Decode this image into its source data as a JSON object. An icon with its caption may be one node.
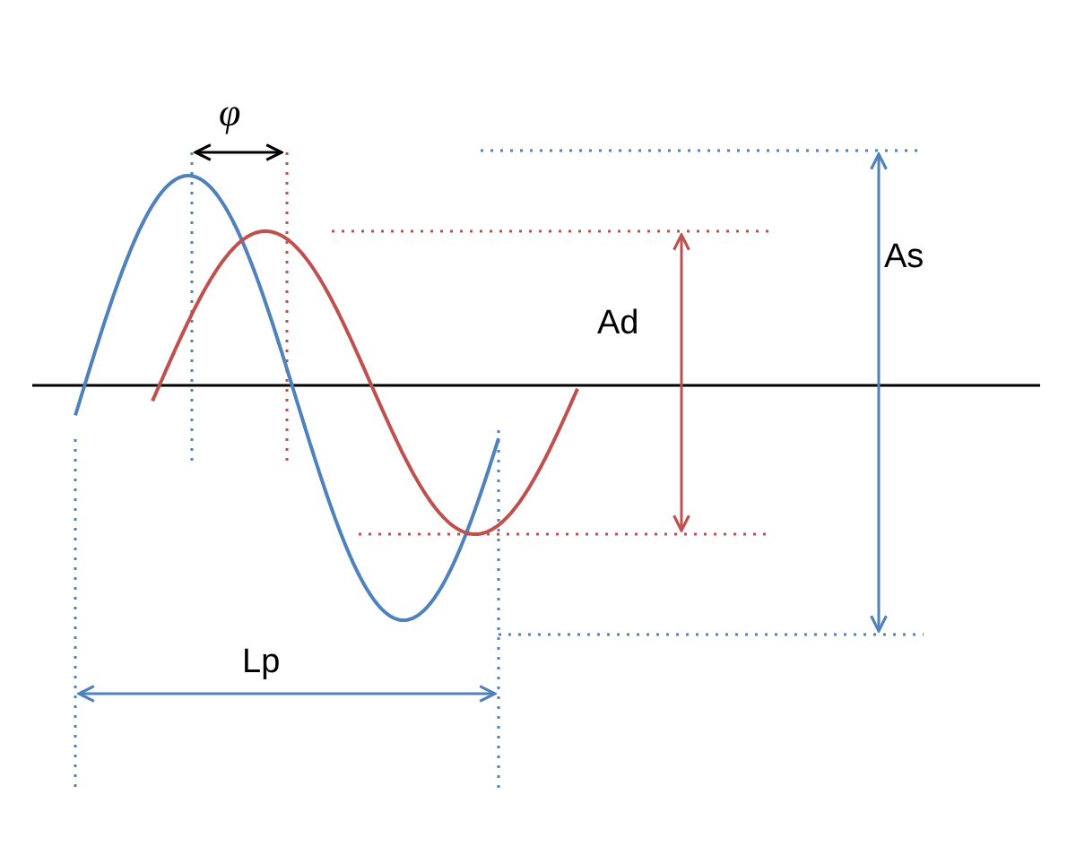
{
  "diagram": {
    "labels": [
      "φ",
      "As",
      "Ad",
      "Lp"
    ]
  }
}
